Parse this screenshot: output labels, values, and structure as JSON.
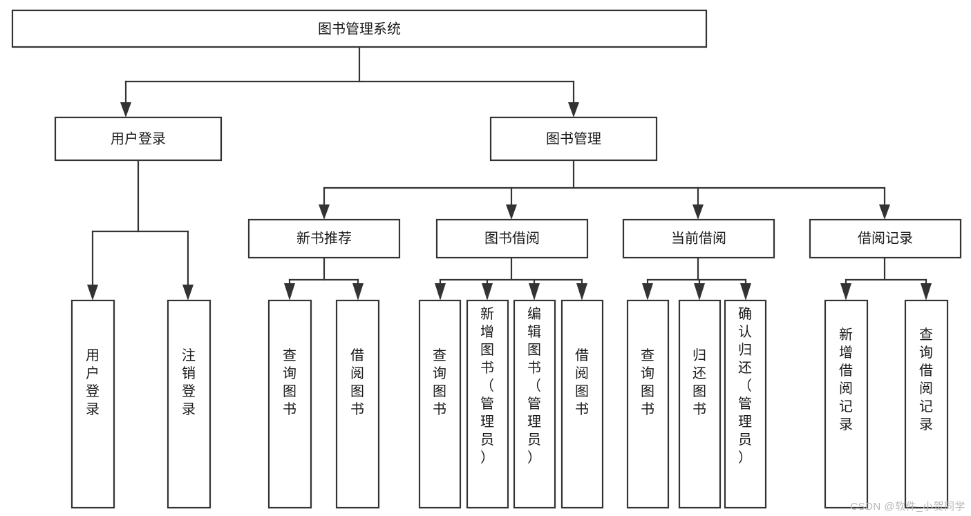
{
  "diagram": {
    "type": "tree-hierarchy",
    "title": "图书管理系统",
    "watermark": "CSDN @软件_小贺同学",
    "colors": {
      "box_fill": "#ffffff",
      "stroke": "#333333",
      "text": "#1a1a1a",
      "background": "#ffffff",
      "watermark": "#b9b9b9"
    },
    "root": {
      "label": "图书管理系统",
      "orientation": "horizontal"
    },
    "level2": [
      {
        "label": "用户登录",
        "orientation": "horizontal"
      },
      {
        "label": "图书管理",
        "orientation": "horizontal"
      }
    ],
    "level3": [
      {
        "label": "新书推荐",
        "orientation": "horizontal"
      },
      {
        "label": "图书借阅",
        "orientation": "horizontal"
      },
      {
        "label": "当前借阅",
        "orientation": "horizontal"
      },
      {
        "label": "借阅记录",
        "orientation": "horizontal"
      }
    ],
    "leaves": {
      "user_login": [
        {
          "label": "用户登录",
          "orientation": "vertical"
        },
        {
          "label": "注销登录",
          "orientation": "vertical"
        }
      ],
      "new_book_recommend": [
        {
          "label": "查询图书",
          "orientation": "vertical"
        },
        {
          "label": "借阅图书",
          "orientation": "vertical"
        }
      ],
      "book_borrow": [
        {
          "label": "查询图书",
          "orientation": "vertical"
        },
        {
          "label": "新增图书（管理员）",
          "orientation": "vertical"
        },
        {
          "label": "编辑图书（管理员）",
          "orientation": "vertical"
        },
        {
          "label": "借阅图书",
          "orientation": "vertical"
        }
      ],
      "current_borrow": [
        {
          "label": "查询图书",
          "orientation": "vertical"
        },
        {
          "label": "归还图书",
          "orientation": "vertical"
        },
        {
          "label": "确认归还（管理员）",
          "orientation": "vertical"
        }
      ],
      "borrow_record": [
        {
          "label": "新增借阅记录",
          "orientation": "vertical"
        },
        {
          "label": "查询借阅记录",
          "orientation": "vertical"
        }
      ]
    }
  }
}
